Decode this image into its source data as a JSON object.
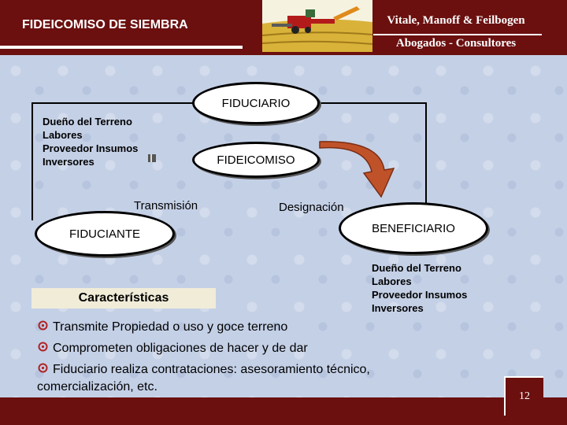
{
  "header": {
    "title": "FIDEICOMISO DE SIEMBRA",
    "firm_name": "Vitale, Manoff & Feilbogen",
    "firm_subtitle": "Abogados - Consultores"
  },
  "diagram": {
    "fiduciario": "FIDUCIARIO",
    "fideicomiso": "FIDEICOMISO",
    "fiduciante": "FIDUCIANTE",
    "beneficiario": "BENEFICIARIO",
    "transmision": "Transmisión",
    "designacion": "Designación",
    "left_list": [
      "Dueño del Terreno",
      "Labores",
      "Proveedor Insumos",
      "Inversores"
    ],
    "right_list": [
      "Dueño del Terreno",
      "Labores",
      "Proveedor Insumos",
      "Inversores"
    ]
  },
  "characteristics": {
    "heading": "Características",
    "items": [
      "Transmite Propiedad o uso y goce terreno",
      "Comprometen obligaciones de hacer y de dar",
      "Fiduciario realiza contrataciones: asesoramiento técnico,",
      "comercialización, etc."
    ],
    "bullet_icon": "flower-icon"
  },
  "footer": {
    "page_number": "12"
  },
  "colors": {
    "band": "#6b0f0f",
    "panel": "#c4d0e6",
    "bullet": "#b22222",
    "arrow": "#c0522a"
  }
}
